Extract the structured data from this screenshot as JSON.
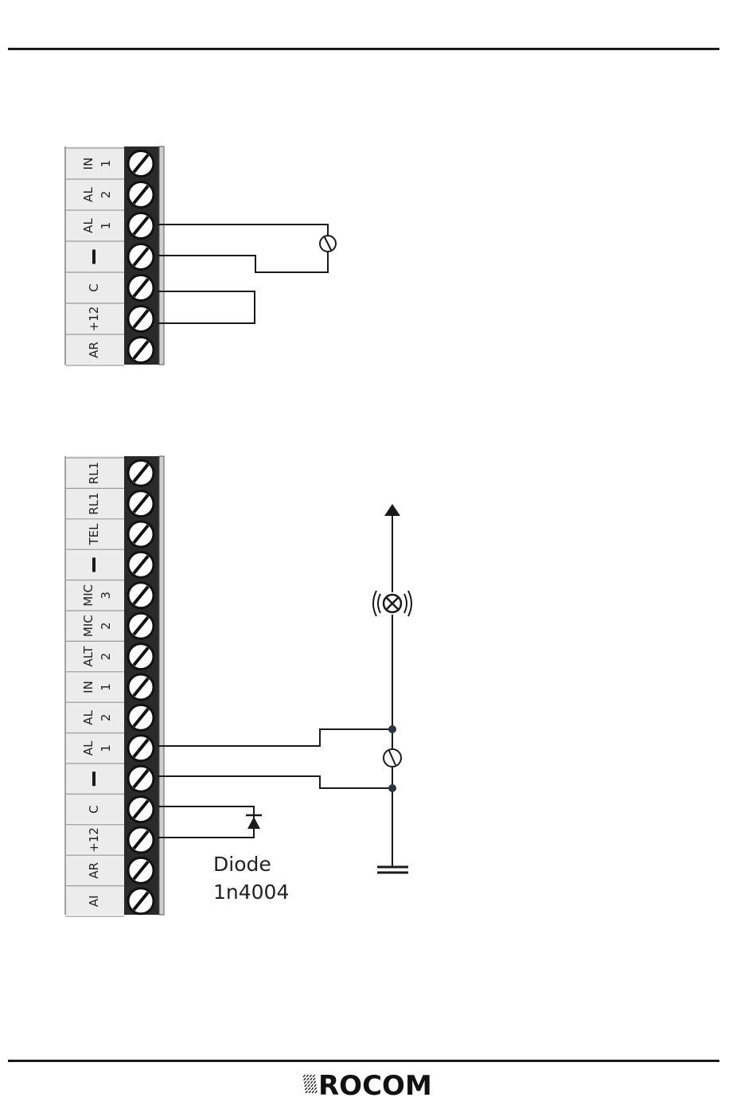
{
  "diagram1": {
    "terminals": [
      {
        "line1": "IN",
        "line2": "1"
      },
      {
        "line1": "AL",
        "line2": "2"
      },
      {
        "line1": "AL",
        "line2": "1"
      },
      {
        "line1": "—",
        "line2": ""
      },
      {
        "line1": "C",
        "line2": ""
      },
      {
        "line1": "+12",
        "line2": ""
      },
      {
        "line1": "AR",
        "line2": ""
      }
    ]
  },
  "diagram2": {
    "terminals": [
      {
        "line1": "RL1",
        "line2": ""
      },
      {
        "line1": "RL1",
        "line2": ""
      },
      {
        "line1": "TEL",
        "line2": ""
      },
      {
        "line1": "—",
        "line2": ""
      },
      {
        "line1": "MIC",
        "line2": "3"
      },
      {
        "line1": "MIC",
        "line2": "2"
      },
      {
        "line1": "ALT",
        "line2": "2"
      },
      {
        "line1": "IN",
        "line2": "1"
      },
      {
        "line1": "AL",
        "line2": "2"
      },
      {
        "line1": "AL",
        "line2": "1"
      },
      {
        "line1": "—",
        "line2": ""
      },
      {
        "line1": "C",
        "line2": ""
      },
      {
        "line1": "+12",
        "line2": ""
      },
      {
        "line1": "AR",
        "line2": ""
      },
      {
        "line1": "AI",
        "line2": ""
      }
    ],
    "diode_label": "Diode",
    "diode_part": "1n4004"
  },
  "footer": {
    "logo_text": "ROCOM"
  }
}
